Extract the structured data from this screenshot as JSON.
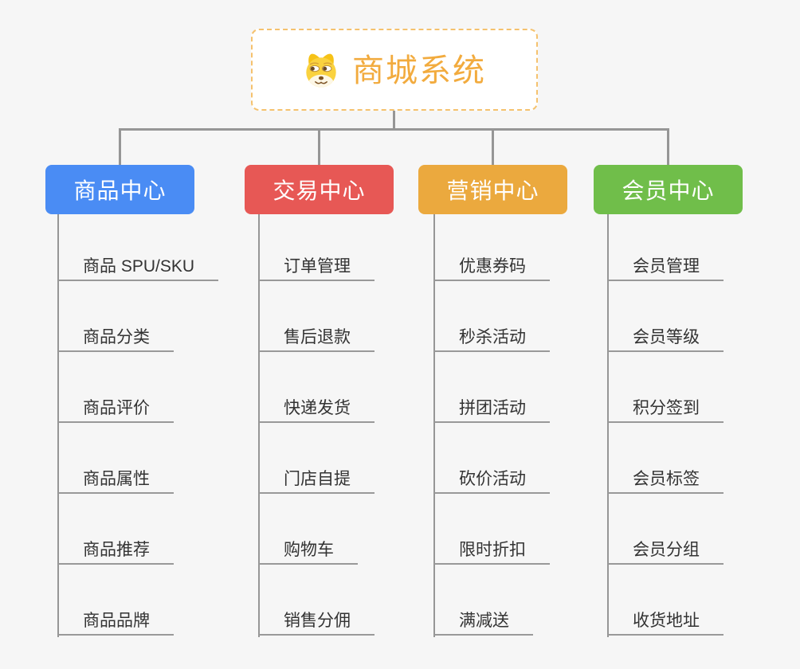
{
  "page": {
    "background_color": "#f6f6f6",
    "connector_color": "#969696"
  },
  "root": {
    "title": "商城系统",
    "icon": "doge-face-icon",
    "title_color": "#f2ab3e",
    "border_color": "#f5c26e"
  },
  "branches": [
    {
      "label": "商品中心",
      "color": "#4a8cf4",
      "items": [
        "商品 SPU/SKU",
        "商品分类",
        "商品评价",
        "商品属性",
        "商品推荐",
        "商品品牌"
      ]
    },
    {
      "label": "交易中心",
      "color": "#e75855",
      "items": [
        "订单管理",
        "售后退款",
        "快递发货",
        "门店自提",
        "购物车",
        "销售分佣"
      ]
    },
    {
      "label": "营销中心",
      "color": "#eba93e",
      "items": [
        "优惠券码",
        "秒杀活动",
        "拼团活动",
        "砍价活动",
        "限时折扣",
        "满减送"
      ]
    },
    {
      "label": "会员中心",
      "color": "#70be4a",
      "items": [
        "会员管理",
        "会员等级",
        "积分签到",
        "会员标签",
        "会员分组",
        "收货地址"
      ]
    }
  ]
}
